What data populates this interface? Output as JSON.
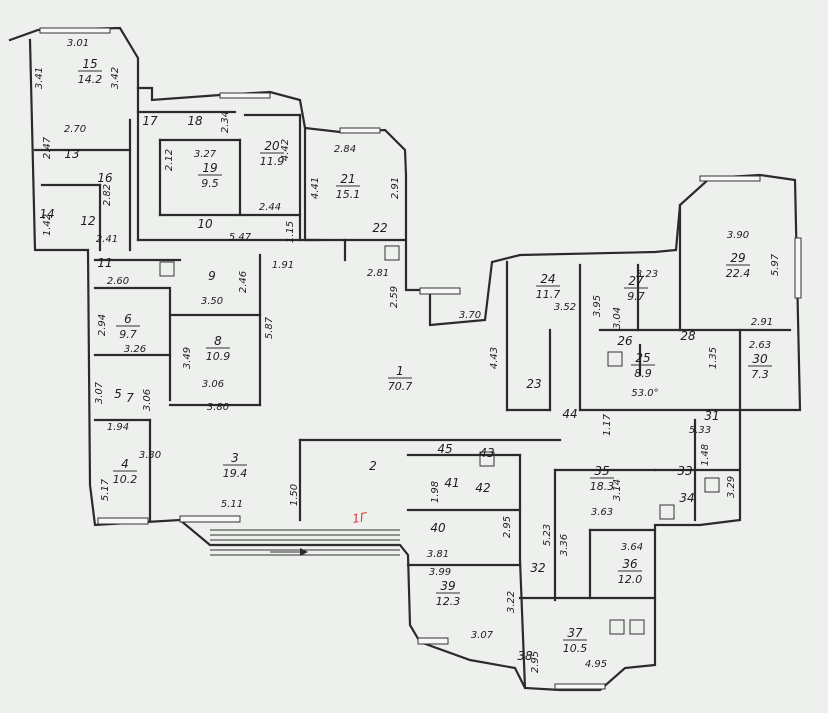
{
  "rooms": [
    {
      "id": "1",
      "area": "70.7"
    },
    {
      "id": "2",
      "area": ""
    },
    {
      "id": "3",
      "area": "19.4"
    },
    {
      "id": "4",
      "area": "10.2"
    },
    {
      "id": "5",
      "area": ""
    },
    {
      "id": "6",
      "area": "9.7"
    },
    {
      "id": "7",
      "area": ""
    },
    {
      "id": "8",
      "area": "10.9"
    },
    {
      "id": "9",
      "area": ""
    },
    {
      "id": "10",
      "area": ""
    },
    {
      "id": "11",
      "area": ""
    },
    {
      "id": "12",
      "area": ""
    },
    {
      "id": "13",
      "area": ""
    },
    {
      "id": "14",
      "area": ""
    },
    {
      "id": "15",
      "area": "14.2"
    },
    {
      "id": "16",
      "area": ""
    },
    {
      "id": "17",
      "area": ""
    },
    {
      "id": "18",
      "area": ""
    },
    {
      "id": "19",
      "area": "9.5"
    },
    {
      "id": "20",
      "area": "11.9"
    },
    {
      "id": "21",
      "area": "15.1"
    },
    {
      "id": "22",
      "area": ""
    },
    {
      "id": "23",
      "area": ""
    },
    {
      "id": "24",
      "area": "11.7"
    },
    {
      "id": "25",
      "area": "8.9"
    },
    {
      "id": "26",
      "area": ""
    },
    {
      "id": "27",
      "area": "9.7"
    },
    {
      "id": "28",
      "area": ""
    },
    {
      "id": "29",
      "area": "22.4"
    },
    {
      "id": "30",
      "area": "7.3"
    },
    {
      "id": "31",
      "area": ""
    },
    {
      "id": "32",
      "area": ""
    },
    {
      "id": "33",
      "area": ""
    },
    {
      "id": "34",
      "area": ""
    },
    {
      "id": "35",
      "area": "18.3"
    },
    {
      "id": "36",
      "area": "12.0"
    },
    {
      "id": "37",
      "area": "10.5"
    },
    {
      "id": "38",
      "area": ""
    },
    {
      "id": "39",
      "area": "12.3"
    },
    {
      "id": "40",
      "area": ""
    },
    {
      "id": "41",
      "area": ""
    },
    {
      "id": "42",
      "area": ""
    },
    {
      "id": "43",
      "area": ""
    },
    {
      "id": "44",
      "area": ""
    },
    {
      "id": "45",
      "area": ""
    }
  ],
  "dimensions": [
    "3.01",
    "3.41",
    "3.42",
    "2.70",
    "2.47",
    "2.41",
    "1.42",
    "2.34",
    "3.27",
    "4.42",
    "2.12",
    "2.82",
    "2.44",
    "5.47",
    "1.15",
    "2.84",
    "4.41",
    "2.91",
    "1.91",
    "2.60",
    "2.46",
    "3.50",
    "2.81",
    "2.59",
    "3.70",
    "4.43",
    "3.95",
    "3.52",
    "3.04",
    "3.23",
    "3.90",
    "5.97",
    "2.91",
    "2.63",
    "5.87",
    "2.94",
    "3.26",
    "3.49",
    "3.06",
    "3.07",
    "3.06",
    "3.80",
    "1.94",
    "3.30",
    "5.17",
    "5.11",
    "1.50",
    "1.98",
    "2.95",
    "5.23",
    "5.33",
    "1.48",
    "3.29",
    "3.63",
    "3.14",
    "3.81",
    "3.36",
    "3.64",
    "3.99",
    "3.22",
    "3.07",
    "2.95",
    "4.95",
    "1.17",
    "1.35"
  ],
  "special_labels": {
    "angle": "53.0°",
    "entrance_mark": "1Г"
  },
  "colors": {
    "paper": "#eef0ee",
    "ink": "#2b2b2b",
    "mark": "#d23b3b"
  }
}
